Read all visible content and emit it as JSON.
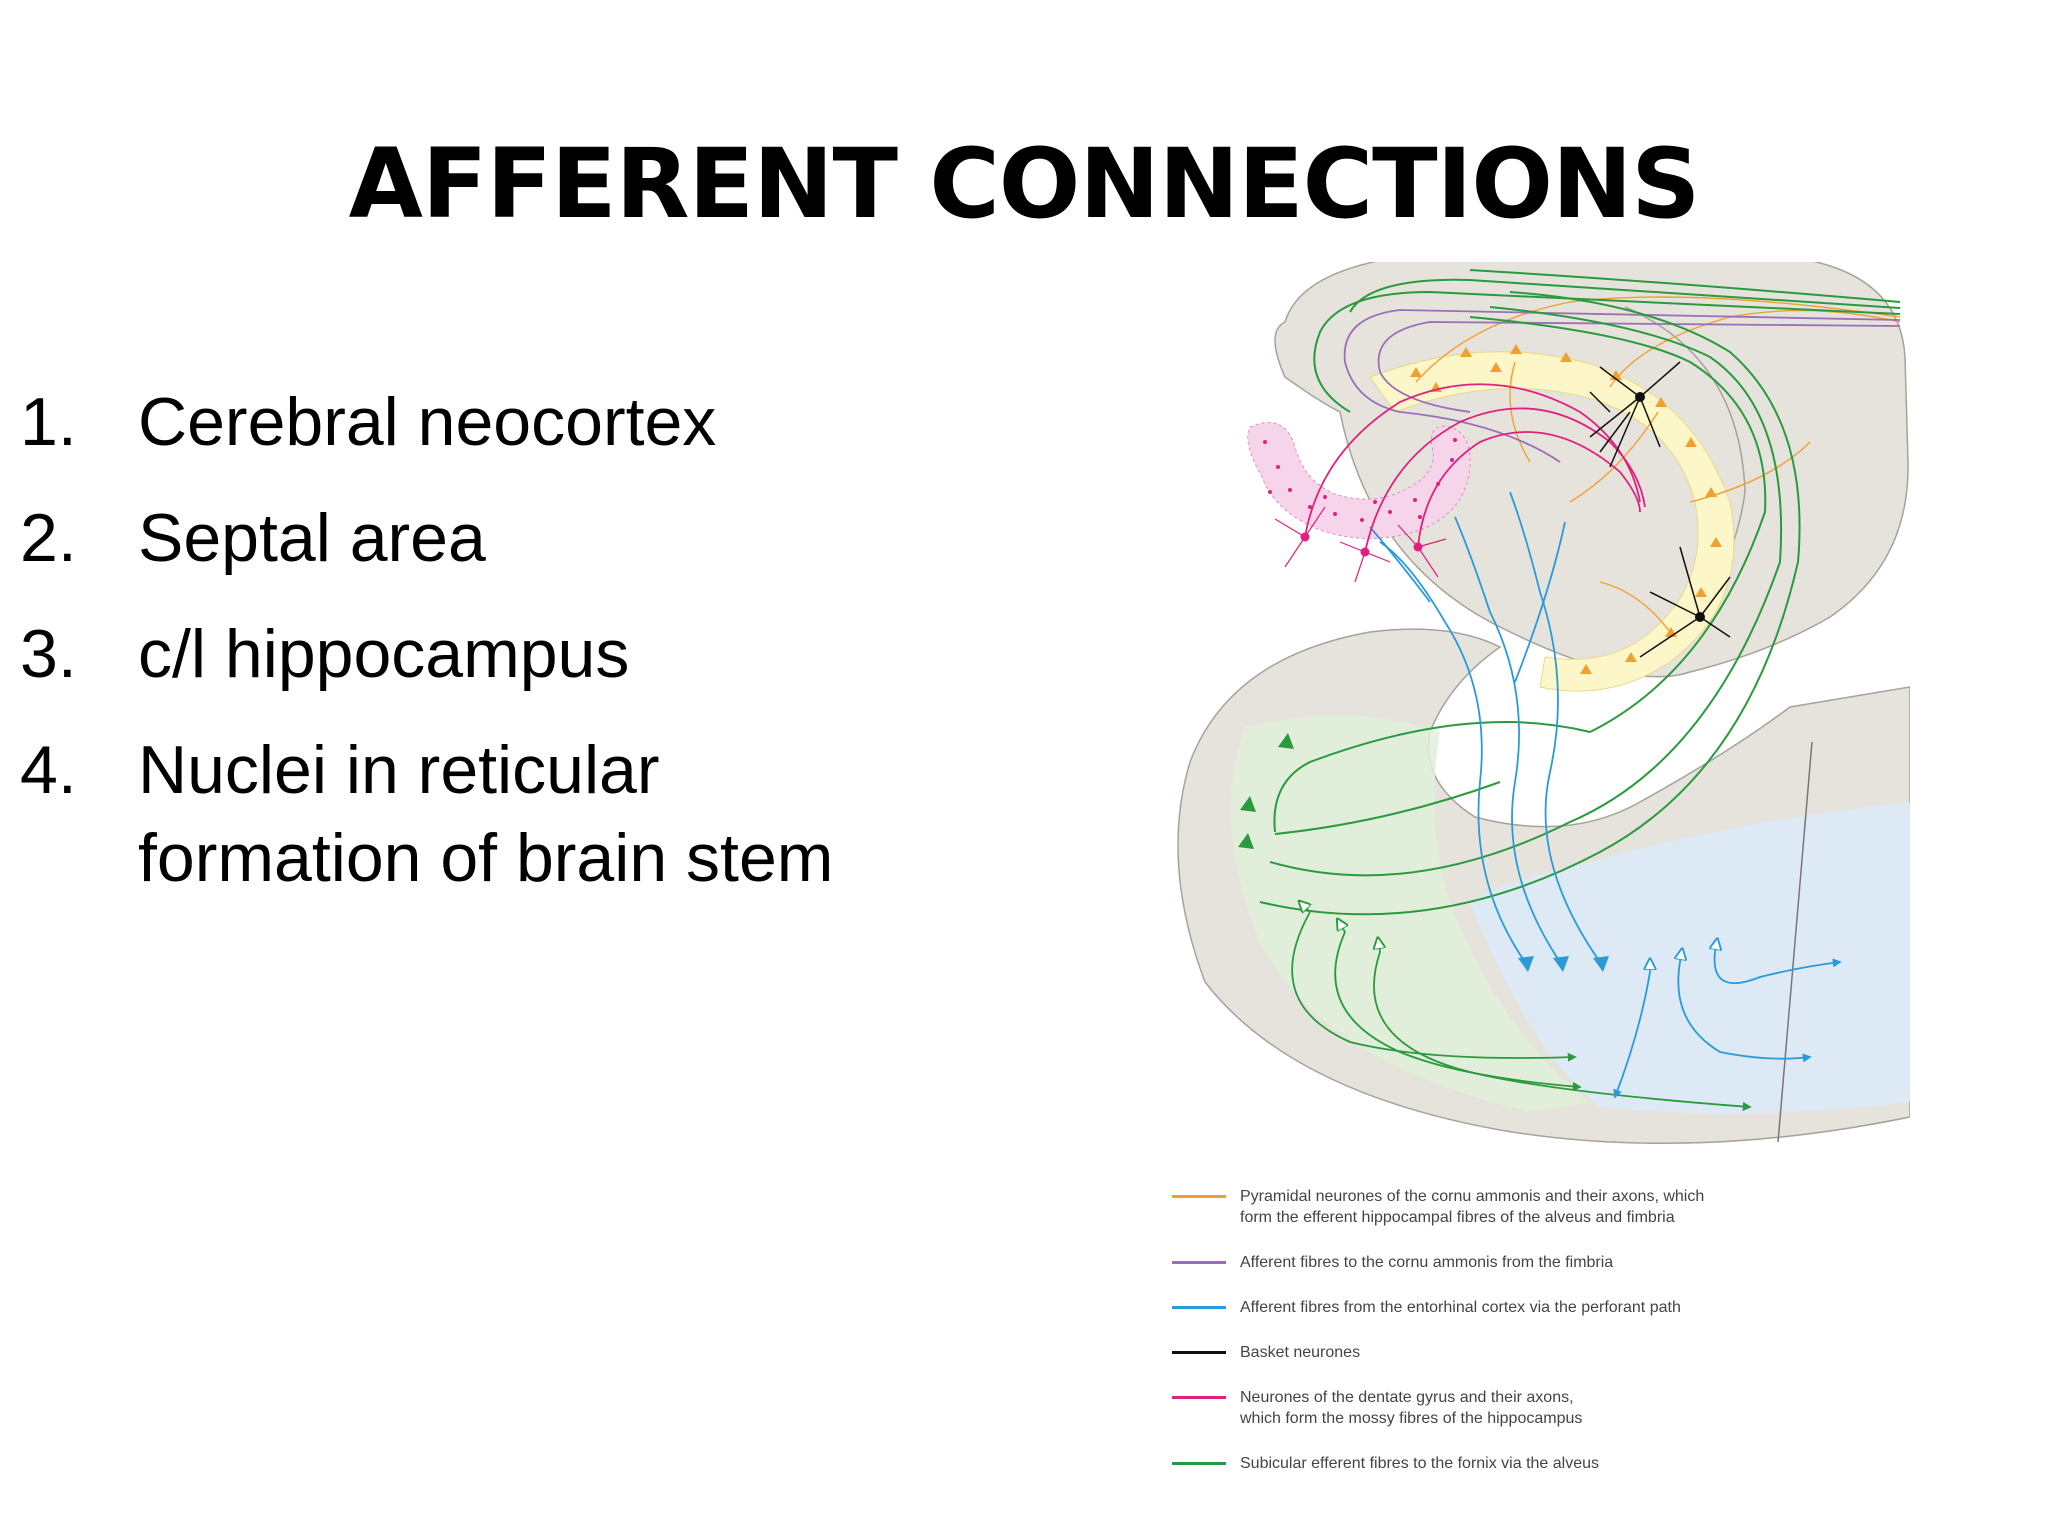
{
  "title": "AFFERENT CONNECTIONS",
  "list": [
    {
      "num": "1.",
      "lines": [
        "Cerebral neocortex"
      ]
    },
    {
      "num": "2.",
      "lines": [
        "Septal area"
      ]
    },
    {
      "num": "3.",
      "lines": [
        "c/l hippocampus"
      ]
    },
    {
      "num": "4.",
      "lines": [
        "Nuclei in reticular",
        "formation of brain stem"
      ]
    }
  ],
  "legend": [
    {
      "color": "#f0a030",
      "lines": [
        "Pyramidal neurones of the cornu ammonis and their axons, which",
        "form the efferent hippocampal fibres of the alveus and fimbria"
      ]
    },
    {
      "color": "#9a6fb8",
      "lines": [
        "Afferent fibres to the cornu ammonis from the fimbria"
      ]
    },
    {
      "color": "#2a9bd8",
      "lines": [
        "Afferent fibres from the entorhinal cortex via the perforant path"
      ]
    },
    {
      "color": "#111111",
      "lines": [
        "Basket neurones"
      ]
    },
    {
      "color": "#e0207f",
      "lines": [
        "Neurones of the dentate gyrus and their axons,",
        "which form the mossy fibres of the hippocampus"
      ]
    },
    {
      "color": "#2a9a3e",
      "lines": [
        "Subicular efferent fibres to the fornix via the alveus"
      ]
    }
  ],
  "colors": {
    "pyramidal": "#f0a030",
    "fimbria_afferent": "#9a6fb8",
    "perforant": "#2a9bd8",
    "basket": "#111111",
    "dentate": "#e0207f",
    "subicular": "#2a9a3e",
    "tissue": "#e6e3dd",
    "cornu_fill": "#fdf6c8",
    "subiculum_fill": "#dff0d8",
    "entorhinal_fill": "#dbe9f6"
  }
}
